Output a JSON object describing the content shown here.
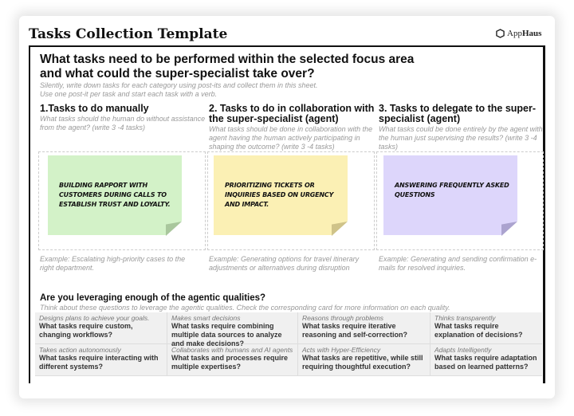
{
  "header": {
    "title": "Tasks Collection Template",
    "logo": {
      "prefix": "App",
      "bold": "Haus"
    }
  },
  "main": {
    "question": "What tasks need to be performed within the selected focus area and what could the super-specialist take over?",
    "instructions": [
      "Silently, write down tasks for each category using post-its and collect them in this sheet.",
      "Use one post-it per task and start each task with a verb."
    ],
    "columns": [
      {
        "title": "1.Tasks to do manually",
        "desc": "What tasks should the human do without assistance from the agent? (write 3 -4 tasks)",
        "note": "Building rapport with customers during calls to establish trust and loyalty.",
        "note_color": "#d3f2c8",
        "example": "Example: Escalating high-priority cases to the right department."
      },
      {
        "title": "2. Tasks to do in collaboration with the super-specialist (agent)",
        "desc": "What tasks should be done in collaboration with the agent having the human actively participating in shaping the outcome? (write 3 -4 tasks)",
        "note": "Prioritizing tickets or inquiries based on urgency and impact.",
        "note_color": "#fbf0b4",
        "example": "Example: Generating options for travel itinerary adjustments or alternatives during disruption"
      },
      {
        "title": "3. Tasks to delegate to the super-specialist (agent)",
        "desc": "What tasks could be done entirely by the agent with the human just supervising the results? (write 3 -4 tasks)",
        "note": "Answering frequently asked questions",
        "note_color": "#ddd6fb",
        "example": "Example: Generating and sending confirmation e-mails for resolved inquiries."
      }
    ]
  },
  "qualities": {
    "title": "Are you leveraging enough of the agentic qualities?",
    "subtitle": "Think about these questions to leverage the agentic qualities. Check the corresponding card for more information on each quality.",
    "items": [
      {
        "quality": "Designs plans to achieve your goals.",
        "question": "What tasks require custom, changing workflows?"
      },
      {
        "quality": "Makes smart decisions",
        "question": "What tasks require combining multiple data sources to analyze and make decisions?"
      },
      {
        "quality": "Reasons through problems",
        "question": "What tasks require iterative reasoning and self-correction?"
      },
      {
        "quality": "Thinks transparently",
        "question": "What tasks require explanation of decisions?"
      },
      {
        "quality": "Takes action autonomously",
        "question": "What tasks require interacting with different systems?"
      },
      {
        "quality": "Collaborates with humans and AI agents",
        "question": "What tasks and processes require multiple expertises?"
      },
      {
        "quality": "Acts with Hyper-Efficiency",
        "question": "What tasks are repetitive, while still requiring thoughtful execution?"
      },
      {
        "quality": "Adapts Intelligently",
        "question": "What tasks require adaptation based on learned patterns?"
      }
    ]
  }
}
